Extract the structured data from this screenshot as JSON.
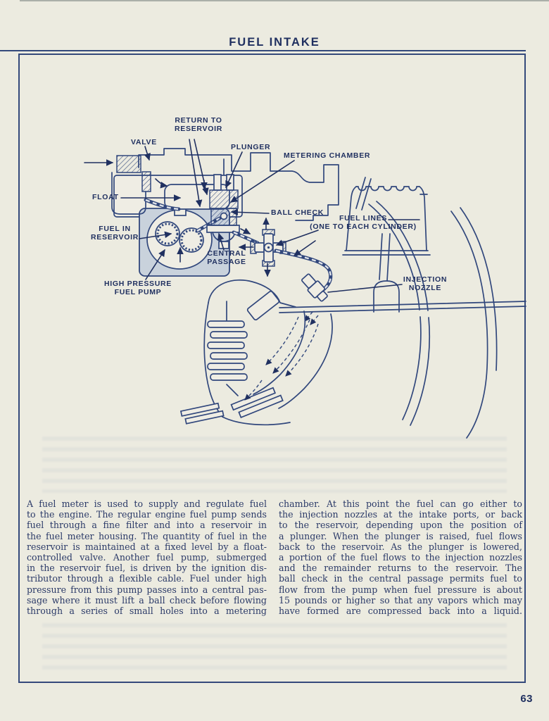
{
  "page": {
    "title": "FUEL INTAKE",
    "number": "63",
    "colors": {
      "paper": "#ecebe0",
      "ink": "#203060",
      "line": "#31477c",
      "reservoir_fill": "#c9d2dc",
      "border": "#34497b"
    }
  },
  "diagram": {
    "labels": {
      "return_to_reservoir": [
        "RETURN TO",
        "RESERVOIR"
      ],
      "valve": [
        "VALVE"
      ],
      "plunger": [
        "PLUNGER"
      ],
      "metering_chamber": [
        "METERING CHAMBER"
      ],
      "float": [
        "FLOAT"
      ],
      "ball_check": [
        "BALL CHECK"
      ],
      "fuel_lines": [
        "FUEL LINES",
        "(ONE TO EACH CYLINDER)"
      ],
      "fuel_in_reservoir": [
        "FUEL IN",
        "RESERVOIR"
      ],
      "central_passage": [
        "CENTRAL",
        "PASSAGE"
      ],
      "high_pressure_fuel_pump": [
        "HIGH PRESSURE",
        "FUEL PUMP"
      ],
      "injection_nozzle": [
        "INJECTION",
        "NOZZLE"
      ]
    }
  },
  "body": {
    "column_left_lines": [
      "A fuel meter is used to supply and regulate fuel",
      "to the engine.  The regular engine fuel pump sends",
      "fuel through a fine filter and into a reservoir in",
      "the fuel meter housing.  The quantity of fuel in the",
      "reservoir is maintained at a fixed level by a float-",
      "controlled valve.  Another fuel pump, submerged",
      "in the reservoir fuel, is driven by the ignition dis-",
      "tributor through a flexible cable.  Fuel under high",
      "pressure from this pump passes into a central pas-",
      "sage where it must lift a ball check before flowing",
      "through a series of small holes into a metering"
    ],
    "column_right_lines": [
      "chamber.  At this point the fuel can go either to",
      "the injection nozzles at the intake ports, or back",
      "to the reservoir, depending upon the position of",
      "a plunger.  When the plunger is raised, fuel flows",
      "back to the reservoir.  As the plunger is lowered,",
      "a portion of the fuel flows to the injection nozzles",
      "and the remainder returns to the reservoir.  The",
      "ball check in the central passage permits fuel to",
      "flow from the pump when fuel pressure is about",
      "15 pounds or higher so that any vapors which may",
      "have formed are compressed back into a liquid."
    ]
  }
}
